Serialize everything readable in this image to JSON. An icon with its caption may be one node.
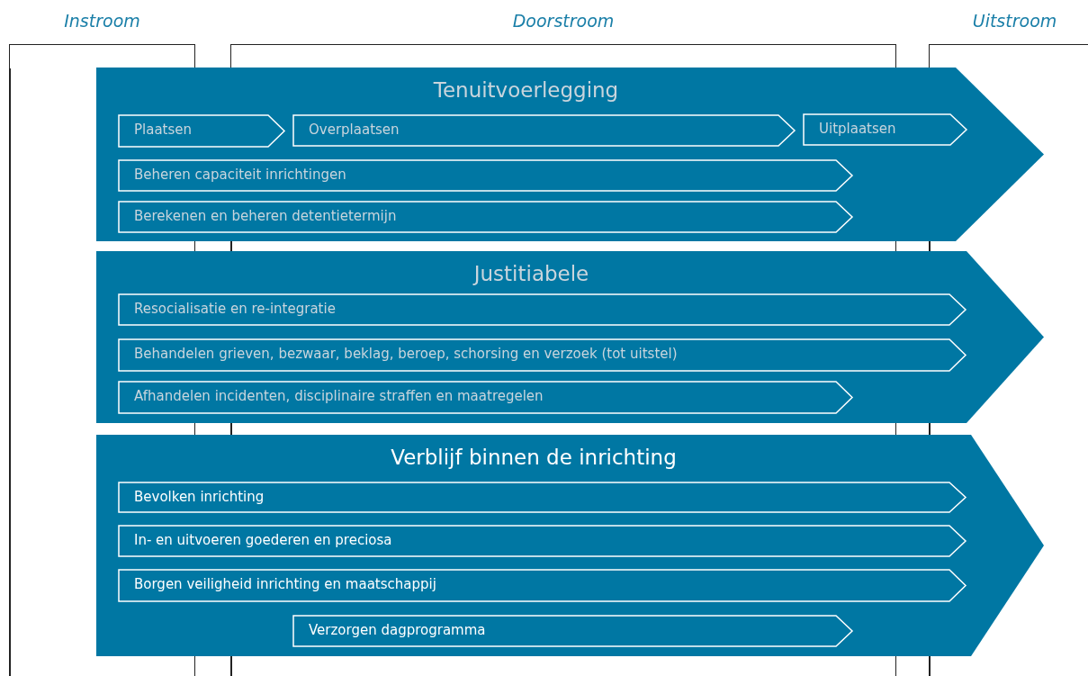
{
  "diagram": {
    "nodes": [
      {
        "text": [
          "Instroom"
        ]
      },
      {
        "text": [
          "Doorstroom"
        ]
      },
      {
        "text": [
          "Uitstroom"
        ]
      },
      {
        "text": [
          "Tenuitvoerlegging"
        ]
      },
      {
        "text": [
          "Plaatsen"
        ],
        "in": 3
      },
      {
        "text": [
          "Overplaatsen"
        ],
        "in": 3
      },
      {
        "text": [
          "Uitplaatsen"
        ],
        "in": 3
      },
      {
        "text": [
          "Beheren capaciteit inrichtingen"
        ],
        "in": 3
      },
      {
        "text": [
          "Berekenen en beheren detentietermijn"
        ],
        "in": 3
      },
      {
        "text": [
          "Justitiabele"
        ]
      },
      {
        "text": [
          "Resocialisatie en re-integratie"
        ],
        "in": 9
      },
      {
        "text": [
          "Behandelen grieven, bezwaar, beklag, beroep, schorsing en verzoek (tot uitstel)"
        ],
        "in": 9
      },
      {
        "text": [
          "Afhandelen incidenten, disciplinaire straffen en maatregelen"
        ],
        "in": 9
      },
      {
        "text": [
          "Verblijf binnen de inrichting"
        ]
      },
      {
        "text": [
          "Bevolken inrichting"
        ],
        "in": 13
      },
      {
        "text": [
          "In- en uitvoeren goederen en preciosa"
        ],
        "in": 13
      },
      {
        "text": [
          "Borgen veiligheid inrichting en maatschappij"
        ],
        "in": 13
      },
      {
        "text": [
          "Verzorgen dagprogramma"
        ],
        "in": 13
      }
    ],
    "edges": []
  }
}
